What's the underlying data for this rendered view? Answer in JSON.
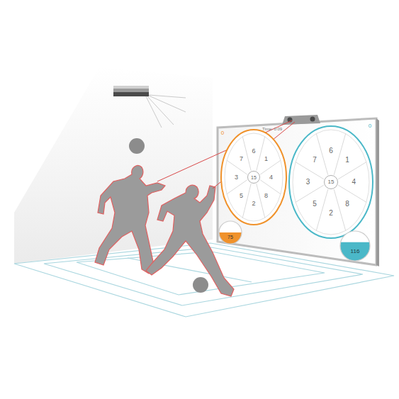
{
  "diagram": {
    "nodes": [
      {
        "text": [
          "1",
          "4",
          "8",
          "2",
          "5",
          "3",
          "7",
          "6"
        ]
      },
      {
        "text": [
          "15"
        ],
        "in": 0
      },
      {
        "text": [
          "1",
          "4",
          "8",
          "2",
          "5",
          "3",
          "7",
          "6"
        ]
      },
      {
        "text": [
          "15"
        ],
        "in": 2
      },
      {
        "text": [
          "75"
        ]
      },
      {
        "text": [
          "116"
        ]
      }
    ],
    "labels": [
      "0",
      "Time: 0:09",
      "0"
    ]
  }
}
